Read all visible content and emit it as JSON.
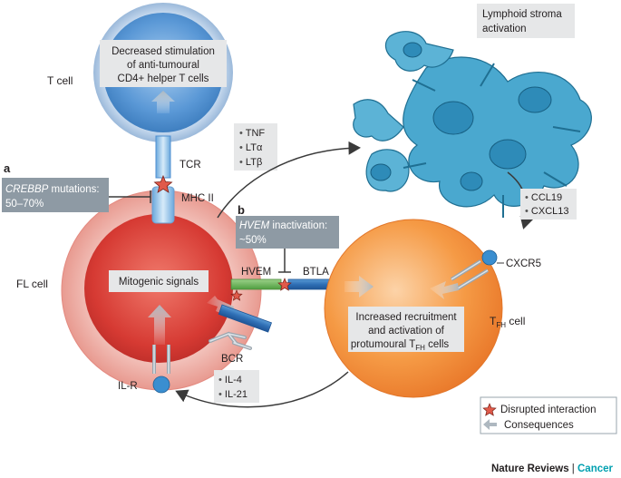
{
  "t_cell": {
    "label": "T cell",
    "box_lines": [
      "Decreased stimulation",
      "of anti-tumoural",
      "CD4+ helper T cells"
    ]
  },
  "tcr_label": "TCR",
  "mhc_label": "MHC II",
  "panel_a": {
    "letter": "a",
    "line1_italic": "CREBBP",
    "line1_rest": " mutations:",
    "line2": "50–70%"
  },
  "panel_b": {
    "letter": "b",
    "line1_italic": "HVEM",
    "line1_rest": " inactivation:",
    "line2": "~50%"
  },
  "cytokines_top": [
    "TNF",
    "LTα",
    "LTβ"
  ],
  "stroma_label_lines": [
    "Lymphoid stroma",
    "activation"
  ],
  "chemokines": [
    "CCL19",
    "CXCL13"
  ],
  "fl_cell": {
    "label": "FL cell",
    "box_text": "Mitogenic signals"
  },
  "hvem_label": "HVEM",
  "btla_label": "BTLA",
  "cxcr5_label": "CXCR5",
  "tfh_cell": {
    "label_main": "T",
    "label_sub": "FH",
    "label_rest": " cell",
    "box_lines": [
      "Increased recruitment",
      "and activation of",
      "protumoural T"
    ],
    "box_sub": "FH",
    "box_end": " cells"
  },
  "bcr_label": "BCR",
  "ilr_label": "IL-R",
  "cytokines_bottom": [
    "IL-4",
    "IL-21"
  ],
  "legend": {
    "star_label": "Disrupted interaction",
    "arrow_label": "Consequences"
  },
  "footer": {
    "journal": "Nature Reviews",
    "separator": " | ",
    "section": "Cancer"
  },
  "colors": {
    "tcell_blue": "#4f8fd0",
    "fl_red": "#d8443c",
    "tfh_orange": "#f08a30",
    "stroma_blue": "#3ba3c8",
    "box_gray": "#e6e7e8",
    "dark_box": "#8e9aa4",
    "footer_accent": "#00a0b0"
  }
}
